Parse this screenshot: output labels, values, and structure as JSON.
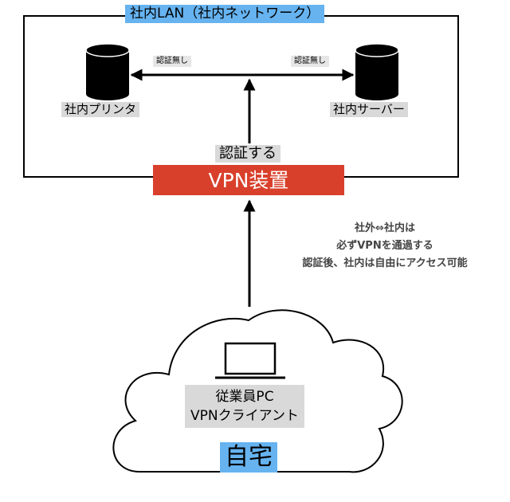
{
  "lan": {
    "title": "社内LAN（社内ネットワーク）",
    "title_bg": "#66b3f0"
  },
  "printer": {
    "label": "社内プリンタ"
  },
  "server": {
    "label": "社内サーバー"
  },
  "links": {
    "left_label": "認証無し",
    "right_label": "認証無し"
  },
  "auth": {
    "label": "認証する"
  },
  "vpn_device": {
    "label": "VPN装置",
    "color": "#d9402b"
  },
  "note": {
    "lines": [
      "社外⇔社内は",
      "必ずVPNを通過する",
      "認証後、社内は自由にアクセス可能"
    ]
  },
  "pc": {
    "icon": "laptop-icon",
    "line1": "従業員PC",
    "line2": "VPNクライアント"
  },
  "home": {
    "label": "自宅",
    "bg": "#66b3f0"
  },
  "icons": {
    "printer": "database-cylinder-icon",
    "server": "database-cylinder-icon",
    "cloud": "cloud-icon"
  }
}
